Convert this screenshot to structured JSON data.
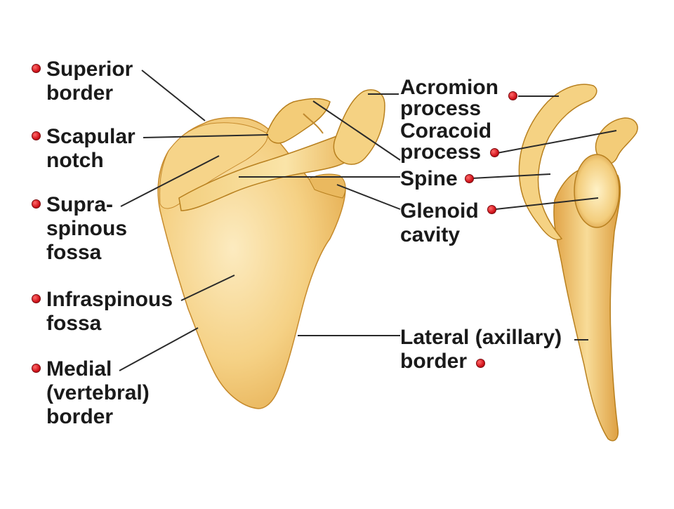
{
  "labels": {
    "superior_border": {
      "line1": "Superior",
      "line2": "border"
    },
    "scapular_notch": {
      "line1": "Scapular",
      "line2": "notch"
    },
    "supraspinous_fossa": {
      "line1": "Supra-",
      "line2": "spinous",
      "line3": "fossa"
    },
    "infraspinous_fossa": {
      "line1": "Infraspinous",
      "line2": "fossa"
    },
    "medial_border": {
      "line1": "Medial",
      "line2": "(vertebral)",
      "line3": "border"
    },
    "acromion_process": {
      "line1": "Acromion",
      "line2": "process"
    },
    "coracoid_process": {
      "line1": "Coracoid",
      "line2": "process"
    },
    "spine": {
      "line1": "Spine"
    },
    "glenoid_cavity": {
      "line1": "Glenoid",
      "line2": "cavity"
    },
    "lateral_border": {
      "line1": "Lateral (axillary)",
      "line2": "border"
    }
  },
  "colors": {
    "bone_light": "#fbe3a6",
    "bone_mid": "#f2c56e",
    "bone_dark": "#d99a3a",
    "bone_edge": "#b8801f",
    "marker_dot": "#d2141c",
    "leader_line": "#2a2a2a",
    "label_text": "#1a1a1a"
  }
}
